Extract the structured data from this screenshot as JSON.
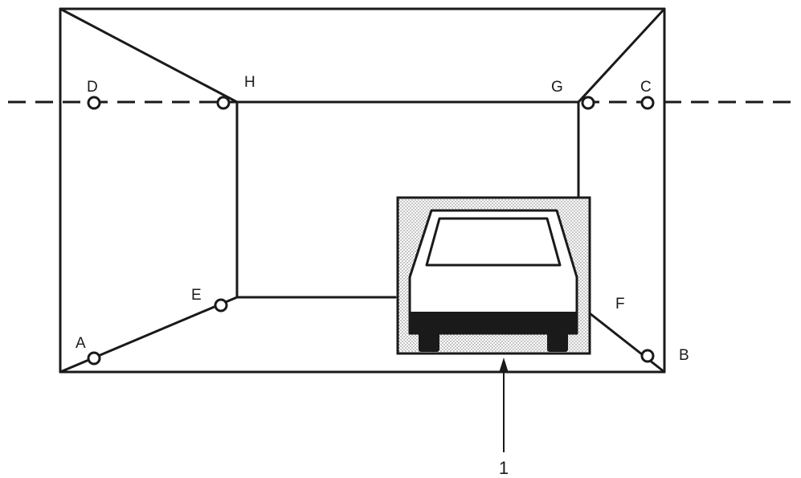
{
  "diagram": {
    "points": [
      {
        "id": "A",
        "label": "A"
      },
      {
        "id": "B",
        "label": "B"
      },
      {
        "id": "C",
        "label": "C"
      },
      {
        "id": "D",
        "label": "D"
      },
      {
        "id": "E",
        "label": "E"
      },
      {
        "id": "F",
        "label": "F"
      },
      {
        "id": "G",
        "label": "G"
      },
      {
        "id": "H",
        "label": "H"
      }
    ],
    "callout": {
      "label": "1"
    },
    "colors": {
      "line": "#1a1a1a",
      "screen": "#e9e9e9",
      "tyre": "#1a1a1a"
    }
  }
}
